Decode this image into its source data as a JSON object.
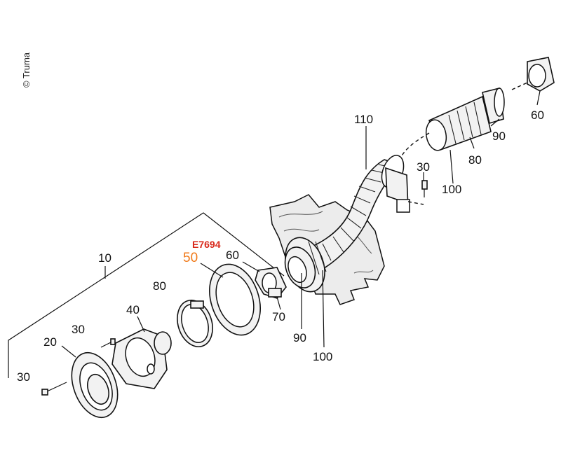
{
  "copyright": "© Truma",
  "drawing_code": "E7694",
  "highlighted_part": "50",
  "colors": {
    "code": "#d8281a",
    "highlight": "#f07a1a",
    "line": "#111111"
  },
  "labels": {
    "p10": "10",
    "p20": "20",
    "p30_left": "30",
    "p30_screw": "30",
    "p30_top": "30",
    "p40": "40",
    "p60_clamp": "60",
    "p60_right": "60",
    "p70": "70",
    "p80_left": "80",
    "p80_right": "80",
    "p90_mid": "90",
    "p90_right": "90",
    "p100_mid": "100",
    "p100_right": "100",
    "p110": "110"
  }
}
